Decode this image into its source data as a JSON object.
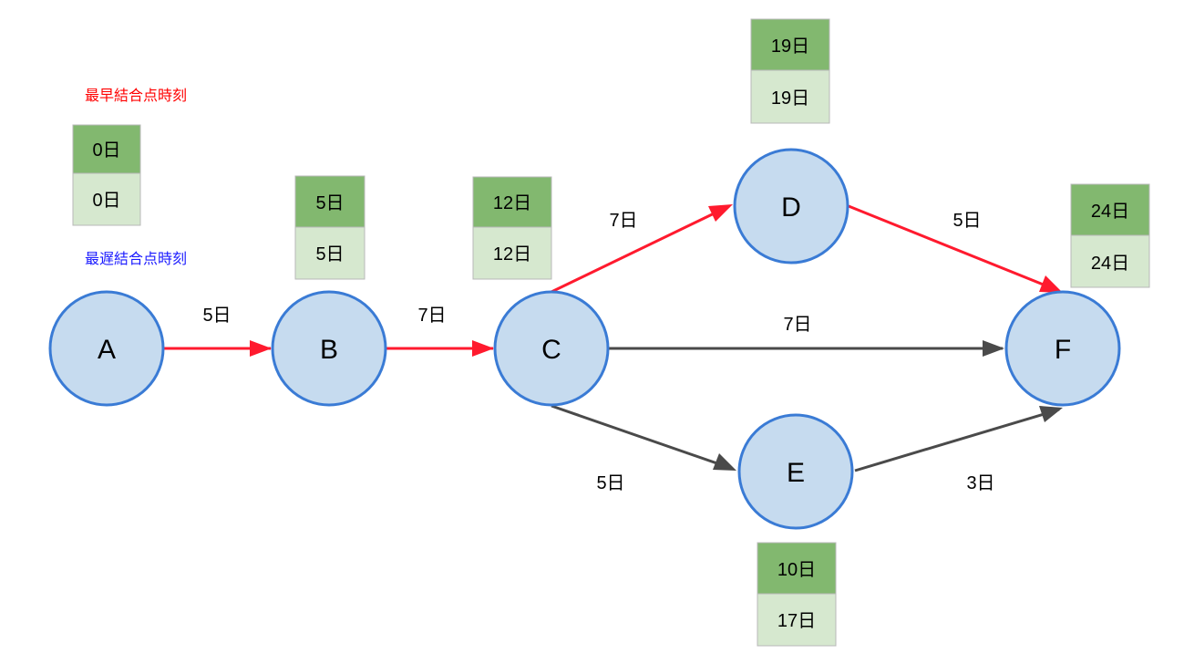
{
  "legend": {
    "earliest_label": "最早結合点時刻",
    "latest_label": "最遅結合点時刻",
    "earliest_color": "#ff0000",
    "latest_color": "#1a1aff",
    "sample_earliest": "0日",
    "sample_latest": "0日"
  },
  "colors": {
    "critical_edge": "#ff1a2e",
    "normal_edge": "#4a4a4a",
    "node_fill": "#c6dbef",
    "node_stroke": "#3a7bd5",
    "earliest_box": "#82b86f",
    "latest_box": "#d6e8cf"
  },
  "nodes": [
    {
      "id": "A",
      "label": "A",
      "earliest": "",
      "latest": ""
    },
    {
      "id": "B",
      "label": "B",
      "earliest": "5日",
      "latest": "5日"
    },
    {
      "id": "C",
      "label": "C",
      "earliest": "12日",
      "latest": "12日"
    },
    {
      "id": "D",
      "label": "D",
      "earliest": "19日",
      "latest": "19日"
    },
    {
      "id": "E",
      "label": "E",
      "earliest": "10日",
      "latest": "17日"
    },
    {
      "id": "F",
      "label": "F",
      "earliest": "24日",
      "latest": "24日"
    }
  ],
  "edges": [
    {
      "from": "A",
      "to": "B",
      "label": "5日",
      "critical": true
    },
    {
      "from": "B",
      "to": "C",
      "label": "7日",
      "critical": true
    },
    {
      "from": "C",
      "to": "D",
      "label": "7日",
      "critical": true
    },
    {
      "from": "D",
      "to": "F",
      "label": "5日",
      "critical": true
    },
    {
      "from": "C",
      "to": "F",
      "label": "7日",
      "critical": false
    },
    {
      "from": "C",
      "to": "E",
      "label": "5日",
      "critical": false
    },
    {
      "from": "E",
      "to": "F",
      "label": "3日",
      "critical": false
    }
  ]
}
